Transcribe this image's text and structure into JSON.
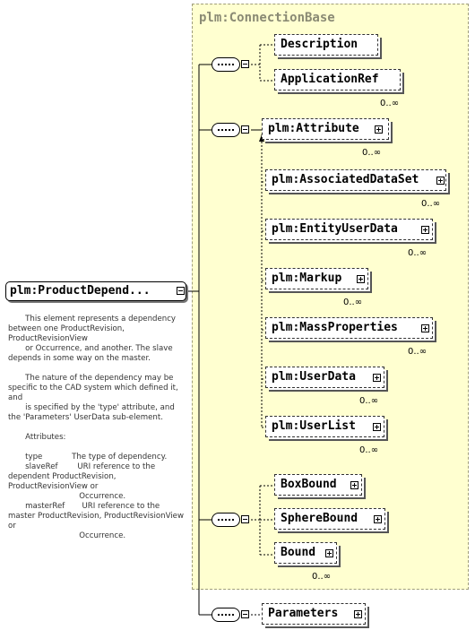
{
  "root": {
    "label": "plm:ProductDepend...",
    "documentation": "       This element represents a dependency between one ProductRevision, ProductRevisionView\n       or Occurrence, and another. The slave depends in some way on the master.\n\n       The nature of the dependency may be specific to the CAD system which defined it, and\n       is specified by the 'type' attribute, and the 'Parameters' UserData sub-element.\n\n       Attributes:\n\n       type            The type of dependency.\n       slaveRef        URI reference to the dependent ProductRevision, ProductRevisionView or\n                             Occurrence.\n       masterRef       URI reference to the master ProductRevision, ProductRevisionView or\n                             Occurrence."
  },
  "base": {
    "title": "plm:ConnectionBase"
  },
  "groups": {
    "g1": [
      {
        "label": "Description",
        "card": ""
      },
      {
        "label": "ApplicationRef",
        "card": "0..∞"
      }
    ],
    "g2": [
      {
        "label": "plm:Attribute",
        "card": "0..∞"
      },
      {
        "label": "plm:AssociatedDataSet",
        "card": "0..∞"
      },
      {
        "label": "plm:EntityUserData",
        "card": "0..∞"
      },
      {
        "label": "plm:Markup",
        "card": "0..∞"
      },
      {
        "label": "plm:MassProperties",
        "card": "0..∞"
      },
      {
        "label": "plm:UserData",
        "card": "0..∞"
      },
      {
        "label": "plm:UserList",
        "card": "0..∞"
      }
    ],
    "g3": [
      {
        "label": "BoxBound",
        "card": ""
      },
      {
        "label": "SphereBound",
        "card": ""
      },
      {
        "label": "Bound",
        "card": "0..∞"
      }
    ],
    "g4": [
      {
        "label": "Parameters",
        "card": ""
      }
    ]
  },
  "icons": {
    "sequence": "sequence-compositor-icon",
    "expand": "expand-plus-icon",
    "collapse": "collapse-minus-icon"
  },
  "colors": {
    "base_fill": "#ffffd0",
    "base_border": "#a09e7a",
    "title": "#8a8a74"
  }
}
